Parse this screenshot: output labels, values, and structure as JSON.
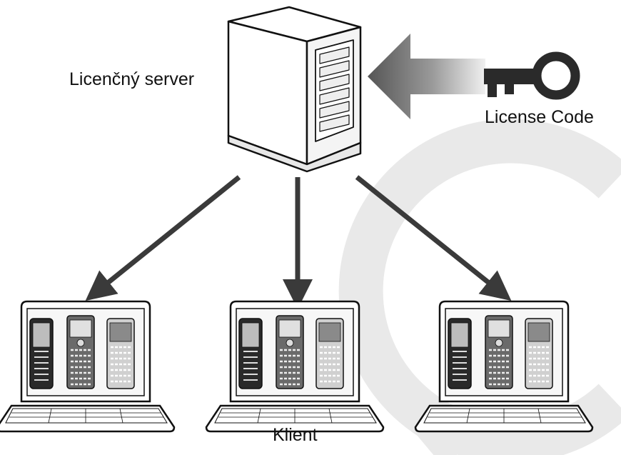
{
  "server": {
    "label": "Licenčný server"
  },
  "license": {
    "label": "License Code"
  },
  "clients": {
    "label": "Klient",
    "count": 3
  },
  "colors": {
    "outline": "#111111",
    "arrow": "#3a3a3a",
    "watermark": "#e6e6e6",
    "screen_bezel": "#f7f7f7"
  },
  "icons": [
    "server-tower-icon",
    "key-icon",
    "laptop-icon",
    "calculator-icon"
  ]
}
